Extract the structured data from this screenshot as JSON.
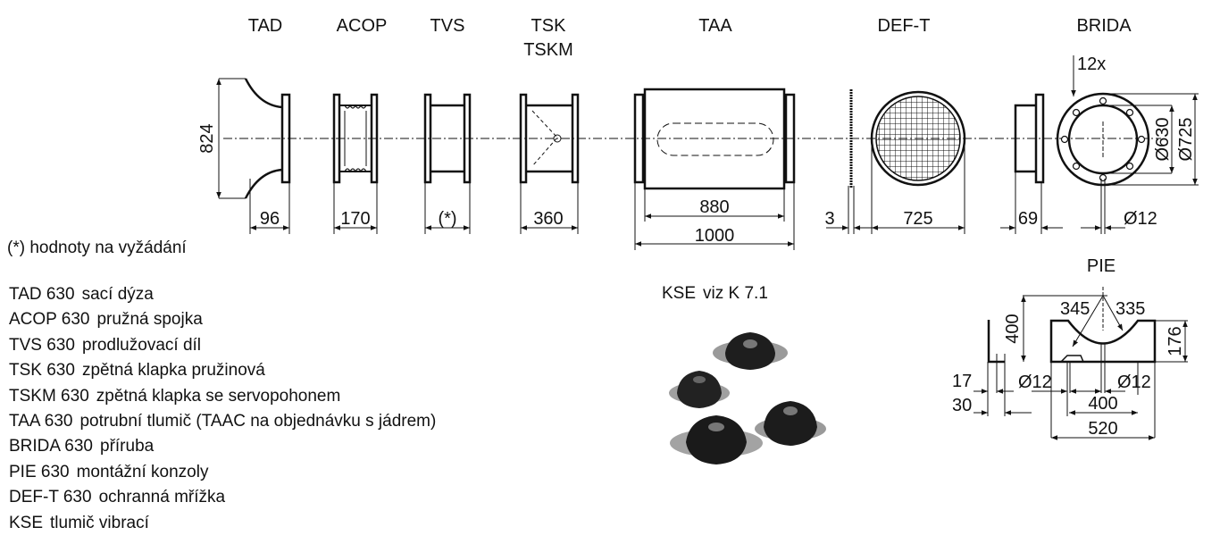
{
  "components": {
    "tad": {
      "label": "TAD",
      "dim_height": "824",
      "dim_length": "96"
    },
    "acop": {
      "label": "ACOP",
      "dim_length": "170"
    },
    "tvs": {
      "label": "TVS",
      "dim_length": "(*)"
    },
    "tsk": {
      "label": "TSK",
      "label2": "TSKM",
      "dim_length": "360"
    },
    "taa": {
      "label": "TAA",
      "dim_inner": "880",
      "dim_total": "1000"
    },
    "deft": {
      "label": "DEF-T",
      "dim_thickness": "3",
      "dim_diameter": "725"
    },
    "brida": {
      "label": "BRIDA",
      "holes": "12x",
      "dim_length": "69",
      "dim_inner": "Ø630",
      "dim_outer": "Ø725",
      "dim_hole": "Ø12"
    },
    "pie": {
      "label": "PIE",
      "dim_r_left": "345",
      "dim_r_right": "335",
      "dim_height": "400",
      "dim_side": "176",
      "dim_17": "17",
      "dim_30": "30",
      "dim_hole_left": "Ø12",
      "dim_hole_right": "Ø12",
      "dim_400": "400",
      "dim_520": "520"
    }
  },
  "note": "(*) hodnoty na vyžádání",
  "kse": {
    "code": "KSE",
    "text": "viz K 7.1"
  },
  "legend": [
    {
      "code": "TAD 630",
      "text": "sací dýza"
    },
    {
      "code": "ACOP 630",
      "text": "pružná spojka"
    },
    {
      "code": "TVS 630",
      "text": "prodlužovací díl"
    },
    {
      "code": "TSK 630",
      "text": "zpětná klapka pružinová"
    },
    {
      "code": "TSKM 630",
      "text": "zpětná klapka se servopohonem"
    },
    {
      "code": "TAA 630",
      "text": "potrubní tlumič (TAAC na objednávku s jádrem)"
    },
    {
      "code": "BRIDA 630",
      "text": "příruba"
    },
    {
      "code": "PIE 630",
      "text": "montážní konzoly"
    },
    {
      "code": "DEF-T 630",
      "text": "ochranná mřížka"
    },
    {
      "code": "KSE",
      "text": "tlumič vibrací"
    }
  ]
}
